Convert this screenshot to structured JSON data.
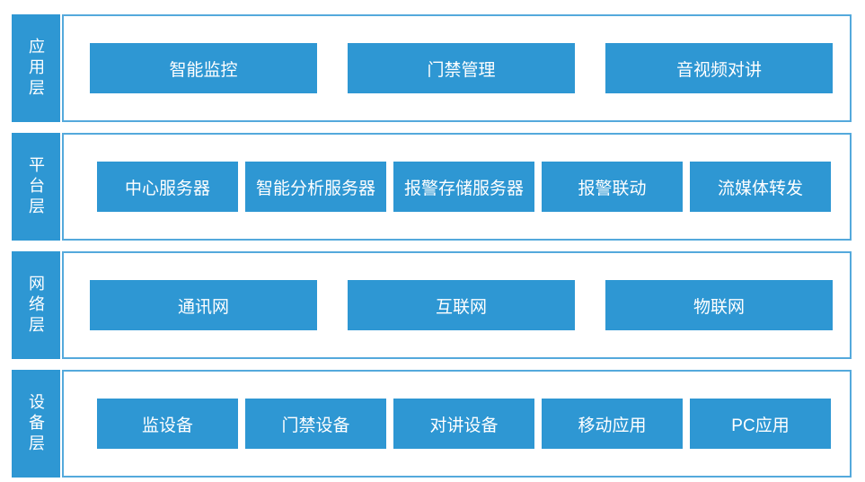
{
  "colors": {
    "box_fill": "#2e97d3",
    "container_border": "#54a9dc",
    "text": "#ffffff",
    "page_background": "#ffffff"
  },
  "layers": [
    {
      "id": "application-layer",
      "label": "应用层",
      "items": [
        "智能监控",
        "门禁管理",
        "音视频对讲"
      ]
    },
    {
      "id": "platform-layer",
      "label": "平台层",
      "items": [
        "中心服务器",
        "智能分析服务器",
        "报警存储服务器",
        "报警联动",
        "流媒体转发"
      ]
    },
    {
      "id": "network-layer",
      "label": "网络层",
      "items": [
        "通讯网",
        "互联网",
        "物联网"
      ]
    },
    {
      "id": "device-layer",
      "label": "设备层",
      "items": [
        "监设备",
        "门禁设备",
        "对讲设备",
        "移动应用",
        "PC应用"
      ]
    }
  ]
}
